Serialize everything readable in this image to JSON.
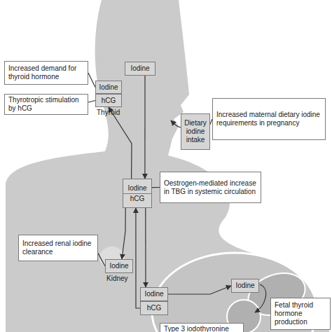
{
  "diagram": {
    "nodes": [
      {
        "text": [
          "Iodine"
        ]
      },
      {
        "text": [
          "Increased demand for thyroid hormone"
        ]
      },
      {
        "text": [
          "Iodine"
        ]
      },
      {
        "text": [
          "hCG"
        ]
      },
      {
        "text": [
          "Thyrotropic stimulation by hCG"
        ]
      },
      {
        "text": [
          "Dietary iodine intake"
        ]
      },
      {
        "text": [
          "Increased maternal dietary iodine requirements in pregnancy"
        ]
      },
      {
        "text": [
          "Iodine",
          "hCG"
        ]
      },
      {
        "text": [
          "Oestrogen-mediated increase in TBG in systemic circulation"
        ]
      },
      {
        "text": [
          "Increased renal iodine clearance"
        ]
      },
      {
        "text": [
          "Iodine"
        ]
      },
      {
        "text": [
          "Iodine"
        ]
      },
      {
        "text": [
          "hCG"
        ]
      },
      {
        "text": [
          "Iodine"
        ]
      },
      {
        "text": [
          "Fetal thyroid hormone production"
        ]
      },
      {
        "text": [
          "Type 3 iodothyronine"
        ]
      }
    ],
    "edges": [
      {
        "from": 0,
        "to": 7,
        "arrow": "to"
      },
      {
        "from": 7,
        "to": 3,
        "arrow": "to"
      },
      {
        "from": 1,
        "to": 2,
        "arrow": "none"
      },
      {
        "from": 4,
        "to": 3,
        "arrow": "none"
      },
      {
        "from": 6,
        "to": 5,
        "arrow": "none"
      },
      {
        "from": 8,
        "to": 7,
        "arrow": "none"
      },
      {
        "from": 7,
        "to": 10,
        "arrow": "to"
      },
      {
        "from": 9,
        "to": 10,
        "arrow": "none"
      },
      {
        "from": 7,
        "to": 11,
        "arrow": "to"
      },
      {
        "from": 12,
        "to": 7,
        "arrow": "to"
      },
      {
        "from": 11,
        "to": 13,
        "arrow": "to"
      }
    ],
    "labels": [
      "Thyroid",
      "Kidney"
    ]
  }
}
